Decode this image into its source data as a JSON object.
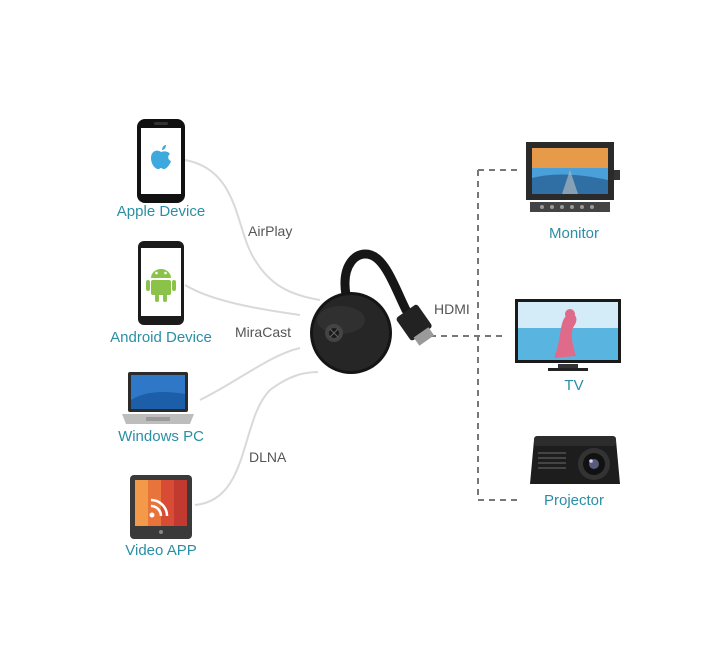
{
  "sources": [
    {
      "label": "Apple Device",
      "icon": "iphone-icon"
    },
    {
      "label": "Android Device",
      "icon": "android-phone-icon"
    },
    {
      "label": "Windows PC",
      "icon": "laptop-icon"
    },
    {
      "label": "Video APP",
      "icon": "video-app-icon"
    }
  ],
  "protocols": {
    "airplay": "AirPlay",
    "miracast": "MiraCast",
    "dlna": "DLNA"
  },
  "connection": {
    "hdmi": "HDMI"
  },
  "outputs": [
    {
      "label": "Monitor",
      "icon": "monitor-icon"
    },
    {
      "label": "TV",
      "icon": "tv-icon"
    },
    {
      "label": "Projector",
      "icon": "projector-icon"
    }
  ],
  "colors": {
    "label_teal": "#2a8fa6",
    "connector_line": "#d6d6d6",
    "dashed_line": "#777777",
    "dongle": "#1a1a1a"
  }
}
